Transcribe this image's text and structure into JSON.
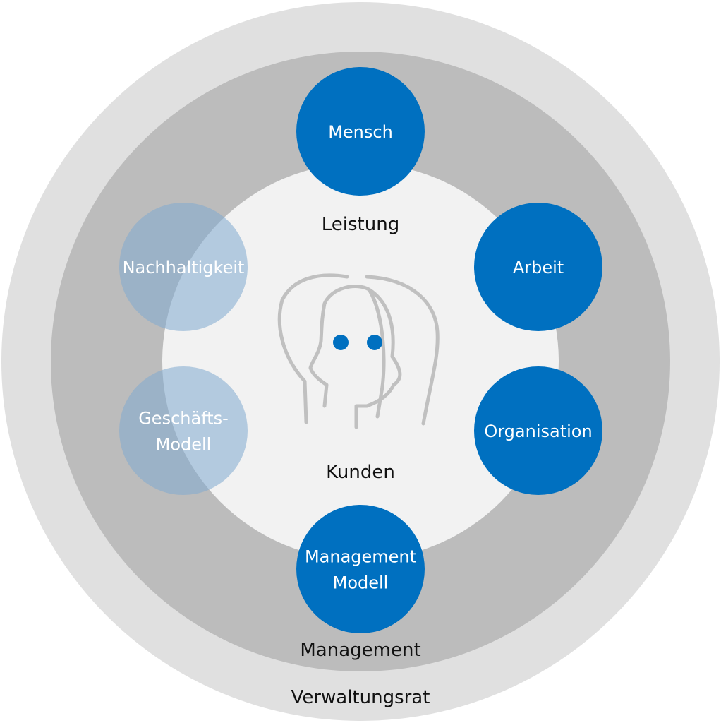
{
  "colors": {
    "outer_ring": "#e0e0e0",
    "middle_ring": "#bcbcbc",
    "inner_circle": "#f2f2f2",
    "primary_node": "#0070c0",
    "secondary_node": "#7fa9cf",
    "head_outline": "#c0c0c0",
    "eye": "#0070c0"
  },
  "rings": {
    "outer": {
      "label": "Verwaltungsrat"
    },
    "middle": {
      "label": "Management"
    },
    "inner": {
      "top_label": "Leistung",
      "bottom_label": "Kunden"
    }
  },
  "center": {
    "icon": "two-heads-icon"
  },
  "nodes": [
    {
      "id": "mensch",
      "lines": [
        "Mensch"
      ],
      "style": "primary"
    },
    {
      "id": "arbeit",
      "lines": [
        "Arbeit"
      ],
      "style": "primary"
    },
    {
      "id": "organisation",
      "lines": [
        "Organisation"
      ],
      "style": "primary"
    },
    {
      "id": "management-modell",
      "lines": [
        "Management",
        "Modell"
      ],
      "style": "primary"
    },
    {
      "id": "geschaeftsmodell",
      "lines": [
        "Geschäfts-",
        "Modell"
      ],
      "style": "secondary"
    },
    {
      "id": "nachhaltigkeit",
      "lines": [
        "Nachhaltigkeit"
      ],
      "style": "secondary"
    }
  ]
}
